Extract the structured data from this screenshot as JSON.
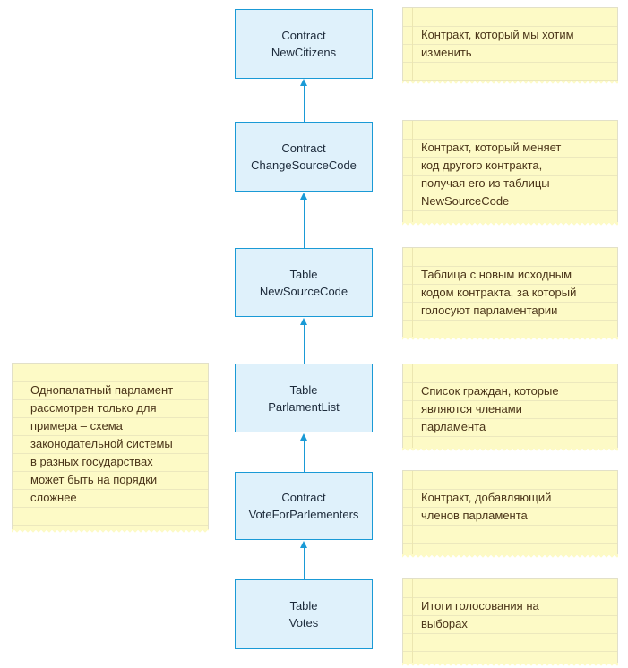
{
  "nodes": [
    {
      "kind": "Contract",
      "name": "NewCitizens"
    },
    {
      "kind": "Contract",
      "name": "ChangeSourceCode"
    },
    {
      "kind": "Table",
      "name": "NewSourceCode"
    },
    {
      "kind": "Table",
      "name": "ParlamentList"
    },
    {
      "kind": "Contract",
      "name": "VoteForParlementers"
    },
    {
      "kind": "Table",
      "name": "Votes"
    }
  ],
  "notes": [
    "Контракт, который мы хотим\nизменить",
    "Контракт, который меняет\nкод другого контракта,\nполучая его из таблицы\nNewSourceCode",
    "Таблица с новым исходным\nкодом контракта, за который\nголосуют парламентарии",
    "Список граждан, которые\nявляются членами\nпарламента",
    "Контракт, добавляющий\nчленов парламента",
    "Итоги голосования на\nвыборах"
  ],
  "side_note": "Однопалатный парламент\nрассмотрен только для\nпримера – схема\nзаконодательной системы\nв разных государствах\nможет быть на порядки\nсложнее",
  "colors": {
    "box_fill": "#dff1fb",
    "box_border": "#1a9ad6",
    "note_fill": "#fdfac6",
    "arrow": "#1a9ad6"
  }
}
